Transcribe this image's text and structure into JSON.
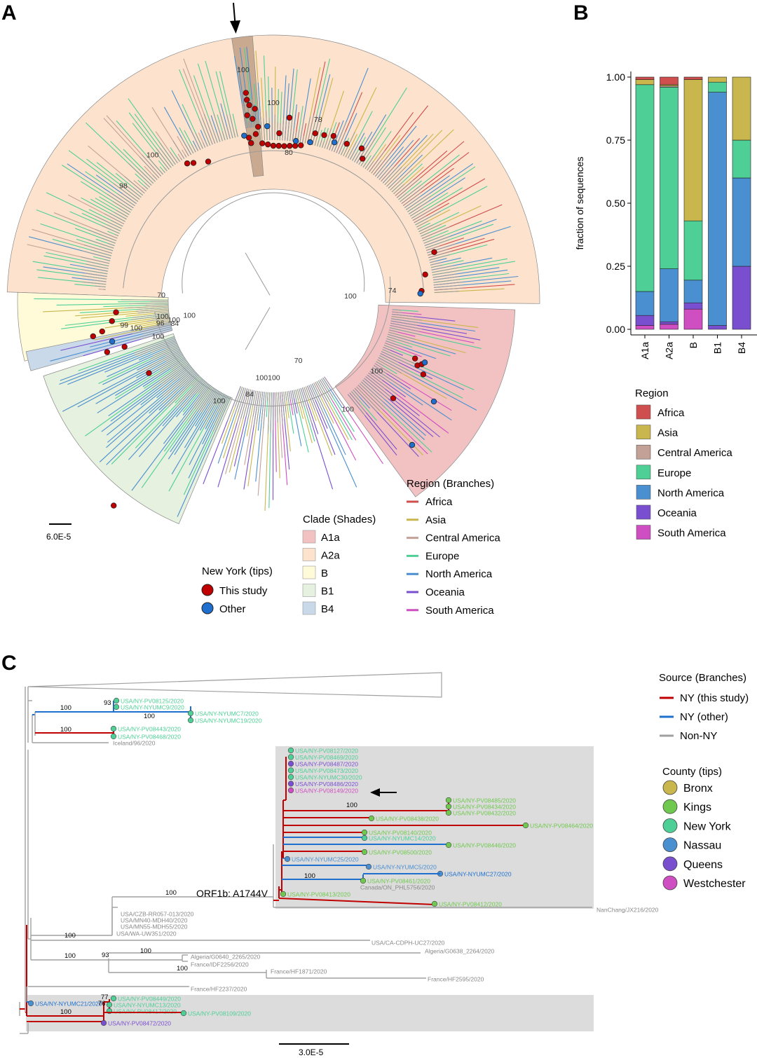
{
  "panels": {
    "a": "A",
    "b": "B",
    "c": "C"
  },
  "colors": {
    "africa": "#cf4e4e",
    "asia": "#c9b64c",
    "central_america": "#c4a196",
    "europe": "#4ecf96",
    "north_america": "#4a8fcf",
    "oceania": "#7a4fcf",
    "south_america": "#cf4ec1",
    "clade_A1a": "#f2c2c2",
    "clade_A2a": "#fde3cd",
    "clade_B": "#fffbd9",
    "clade_B1": "#e6f1df",
    "clade_B4": "#c9d9e9",
    "this_study": "#c00000",
    "other_ny": "#1f6fcf",
    "ny_branch": "#c00000",
    "other_branch": "#1f6fcf",
    "non_ny": "#a0a0a0",
    "bronx": "#c9b64c",
    "kings": "#6fc94e",
    "new_york": "#4ecf96",
    "nassau": "#4a8fcf",
    "queens": "#7a4fcf",
    "westchester": "#cf4ec1"
  },
  "treeA": {
    "scale_label": "6.0E-5",
    "support": [
      "100",
      "100",
      "78",
      "80",
      "100",
      "98",
      "70",
      "100",
      "74",
      "99",
      "100",
      "96",
      "100",
      "100",
      "100",
      "84",
      "100",
      "70",
      "100100",
      "84",
      "100",
      "100",
      "100"
    ],
    "legend_tips": {
      "title": "New York (tips)",
      "items": [
        "This study",
        "Other"
      ]
    },
    "legend_clade": {
      "title": "Clade (Shades)",
      "items": [
        "A1a",
        "A2a",
        "B",
        "B1",
        "B4"
      ]
    },
    "legend_region": {
      "title": "Region (Branches)",
      "items": [
        "Africa",
        "Asia",
        "Central America",
        "Europe",
        "North America",
        "Oceania",
        "South America"
      ]
    }
  },
  "chart_data": {
    "type": "bar",
    "stacked": true,
    "categories": [
      "A1a",
      "A2a",
      "B",
      "B1",
      "B4"
    ],
    "ylabel": "fraction of sequences",
    "ylim": [
      0,
      1
    ],
    "yticks": [
      "0.00",
      "0.25",
      "0.50",
      "0.75",
      "1.00"
    ],
    "legend_title": "Region",
    "series": [
      {
        "name": "South America",
        "values": [
          0.015,
          0.02,
          0.08,
          0.0,
          0.0
        ]
      },
      {
        "name": "Oceania",
        "values": [
          0.04,
          0.01,
          0.025,
          0.015,
          0.25
        ]
      },
      {
        "name": "North America",
        "values": [
          0.095,
          0.21,
          0.09,
          0.925,
          0.35
        ]
      },
      {
        "name": "Europe",
        "values": [
          0.82,
          0.72,
          0.235,
          0.04,
          0.15
        ]
      },
      {
        "name": "Central America",
        "values": [
          0.0,
          0.005,
          0.0,
          0.0,
          0.0
        ]
      },
      {
        "name": "Asia",
        "values": [
          0.02,
          0.005,
          0.56,
          0.02,
          0.25
        ]
      },
      {
        "name": "Africa",
        "values": [
          0.01,
          0.03,
          0.01,
          0.0,
          0.0
        ]
      }
    ]
  },
  "treeC": {
    "scale_label": "3.0E-5",
    "mutation_label": "ORF1b: A1744V",
    "legend_source": {
      "title": "Source (Branches)",
      "items": [
        "NY (this study)",
        "NY (other)",
        "Non-NY"
      ]
    },
    "legend_county": {
      "title": "County (tips)",
      "items": [
        "Bronx",
        "Kings",
        "New York",
        "Nassau",
        "Queens",
        "Westchester"
      ]
    },
    "support": [
      "93",
      "100",
      "100",
      "100",
      "100",
      "100",
      "100",
      "100",
      "100",
      "93",
      "100",
      "100",
      "77",
      "76",
      "100"
    ],
    "tips": [
      "USA/NY-PV08125/2020",
      "USA/NY-NYUMC9/2020",
      "USA/NY-NYUMC7/2020",
      "USA/NY-NYUMC19/2020",
      "USA/NY-PV08443/2020",
      "USA/NY-PV08468/2020",
      "Iceland/96/2020",
      "USA/NY-PV08127/2020",
      "USA/NY-PV08469/2020",
      "USA/NY-PV08487/2020",
      "USA/NY-PV08473/2020",
      "USA/NY-NYUMC30/2020",
      "USA/NY-PV08486/2020",
      "USA/NY-PV08149/2020",
      "USA/NY-PV08485/2020",
      "USA/NY-PV08434/2020",
      "USA/NY-PV08432/2020",
      "USA/NY-PV08438/2020",
      "USA/NY-PV08464/2020",
      "USA/NY-PV08140/2020",
      "USA/NY-NYUMC14/2020",
      "USA/NY-PV08446/2020",
      "USA/NY-PV08500/2020",
      "USA/NY-NYUMC25/2020",
      "USA/NY-NYUMC5/2020",
      "USA/NY-NYUMC27/2020",
      "USA/NY-PV08461/2020",
      "Canada/ON_PHL5756/2020",
      "USA/NY-PV08413/2020",
      "USA/NY-PV08412/2020",
      "NanChang/JX216/2020",
      "USA/CZB-RR057-013/2020",
      "USA/MN40-MDH40/2020",
      "USA/MN55-MDH55/2020",
      "USA/WA-UW351/2020",
      "USA/CA-CDPH-UC27/2020",
      "Algeria/G0638_2264/2020",
      "Algeria/G0640_2265/2020",
      "France/IDF2256/2020",
      "France/HF1871/2020",
      "France/HF2595/2020",
      "France/HF2237/2020",
      "USA/NY-NYUMC21/2020",
      "USA/NY-PV08449/2020",
      "USA/NY-NYUMC13/2020",
      "USA/NY-PV08417/2020",
      "USA/NY-PV08109/2020",
      "USA/NY-PV08472/2020"
    ]
  }
}
